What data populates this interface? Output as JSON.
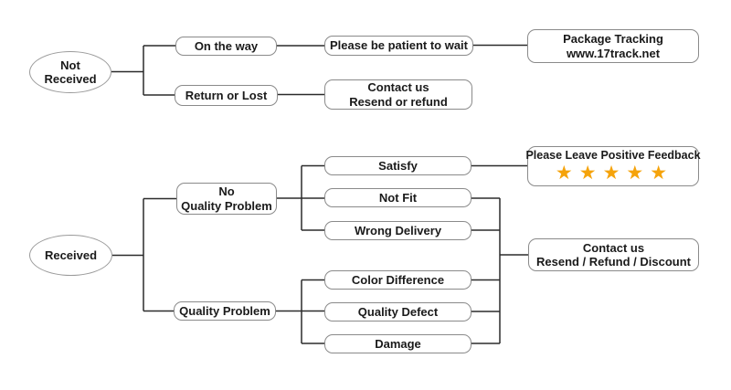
{
  "diagram": {
    "title": "Order received / not received customer service flowchart",
    "nodes": {
      "not_received": {
        "line1": "Not",
        "line2": "Received"
      },
      "on_the_way": {
        "label": "On the way"
      },
      "be_patient": {
        "label": "Please be patient to wait"
      },
      "package_tracking": {
        "line1": "Package Tracking",
        "line2": "www.17track.net"
      },
      "return_or_lost": {
        "label": "Return or Lost"
      },
      "contact_resend_refund": {
        "line1": "Contact us",
        "line2": "Resend or refund"
      },
      "received": {
        "label": "Received"
      },
      "no_quality_problem": {
        "line1": "No",
        "line2": "Quality Problem"
      },
      "satisfy": {
        "label": "Satisfy"
      },
      "not_fit": {
        "label": "Not Fit"
      },
      "wrong_delivery": {
        "label": "Wrong Delivery"
      },
      "positive_feedback": {
        "label": "Please Leave Positive Feedback",
        "stars": "★★★★★",
        "star_count": 5
      },
      "quality_problem": {
        "label": "Quality Problem"
      },
      "color_difference": {
        "label": "Color Difference"
      },
      "quality_defect": {
        "label": "Quality Defect"
      },
      "damage": {
        "label": "Damage"
      },
      "contact_discount": {
        "line1": "Contact us",
        "line2": "Resend / Refund / Discount"
      }
    },
    "colors": {
      "star": "#F5A30B",
      "box_border": "#8A8A8A",
      "connector": "#2B2B2B",
      "text": "#1A1A1A",
      "background": "#FFFFFF"
    }
  }
}
